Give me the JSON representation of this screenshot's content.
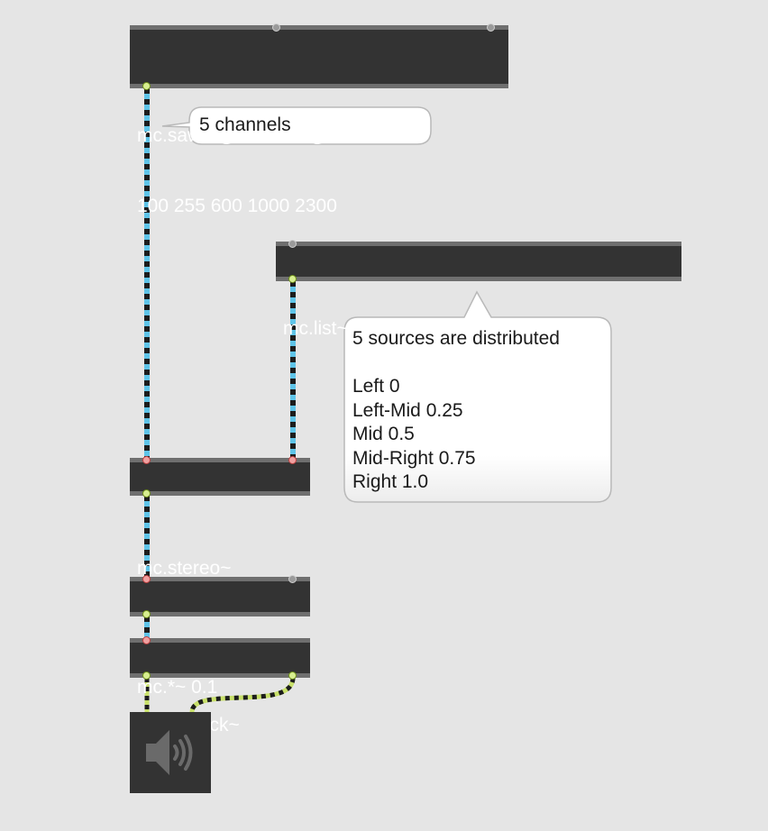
{
  "objects": {
    "mc_saw": {
      "line1": "mc.saw~ @chans 5 @initialvalues",
      "line2": "100 255 600 1000 2300"
    },
    "mc_list": {
      "text": "mc.list~ 0. 0.25 0.5 0.75 1."
    },
    "mc_stereo": {
      "text": "mc.stereo~"
    },
    "mc_times": {
      "text": "mc.*~ 0.1"
    },
    "mc_unpack": {
      "text": "mc.unpack~"
    },
    "ezdac": {
      "icon": "speaker-icon"
    }
  },
  "comments": {
    "channels": {
      "text": "5 channels"
    },
    "distribution": {
      "lines": [
        "5 sources are distributed",
        "",
        "Left 0",
        "Left-Mid 0.25",
        "Mid 0.5",
        "Mid-Right 0.75",
        "Right 1.0"
      ]
    }
  },
  "colors": {
    "canvas": "#e5e5e5",
    "object_body": "#333333",
    "object_border": "#6f6f6f",
    "mc_cable": "#5fc4e8",
    "signal_cable": "#c8e06a",
    "cable_dash": "#1c1c1c"
  }
}
